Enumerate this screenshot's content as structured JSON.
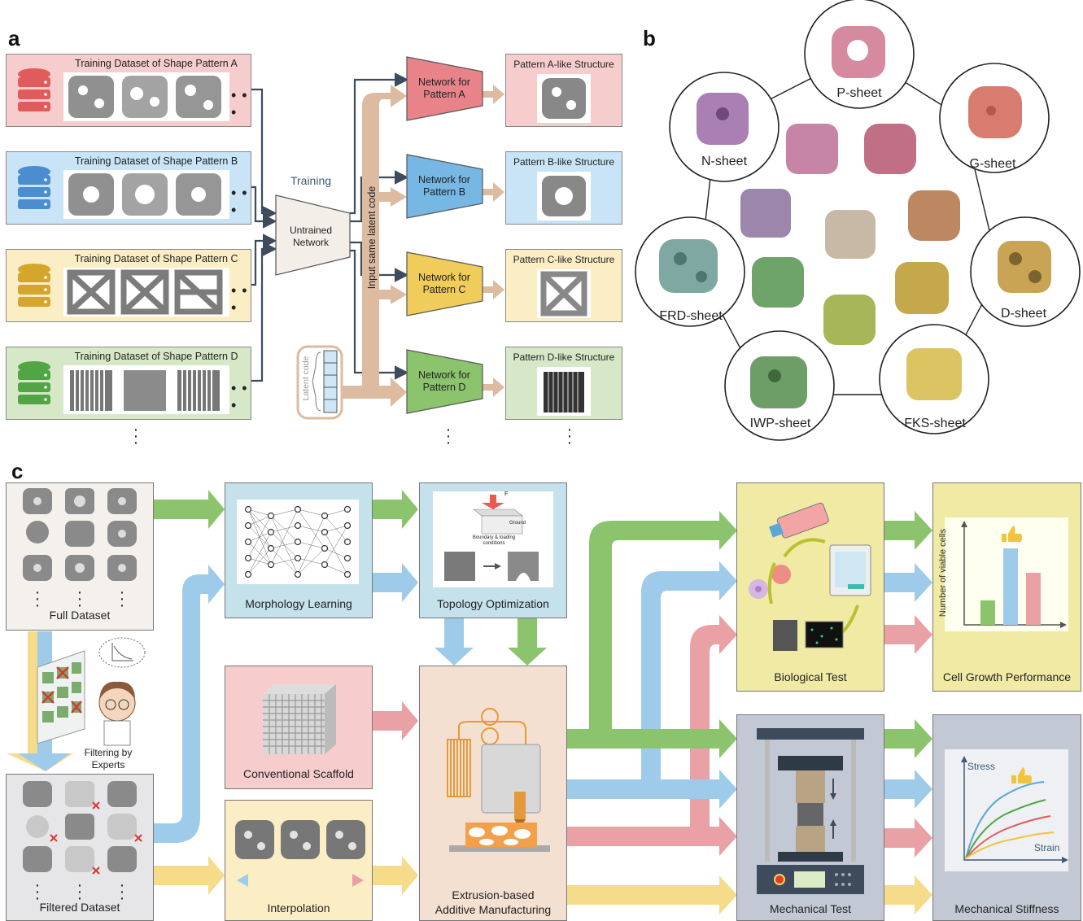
{
  "panels": {
    "a": "a",
    "b": "b",
    "c": "c"
  },
  "panel_a": {
    "rows": [
      {
        "title": "Training Dataset of Shape Pattern A",
        "color": "#f6cdcc",
        "db_color": "#e05b5b",
        "output": "Pattern A-like Structure",
        "network": [
          "Network for",
          "Pattern A"
        ],
        "net_color": "#e8838a"
      },
      {
        "title": "Training Dataset of Shape Pattern B",
        "color": "#c8e4f6",
        "db_color": "#4a8ed0",
        "output": "Pattern B-like Structure",
        "network": [
          "Network for",
          "Pattern B"
        ],
        "net_color": "#76b7e3"
      },
      {
        "title": "Training Dataset of Shape Pattern C",
        "color": "#fbedc4",
        "db_color": "#d4a72c",
        "output": "Pattern C-like Structure",
        "network": [
          "Network for",
          "Pattern C"
        ],
        "net_color": "#f0cd5a"
      },
      {
        "title": "Training Dataset of Shape Pattern D",
        "color": "#d7e8c8",
        "db_color": "#52a545",
        "output": "Pattern D-like Structure",
        "network": [
          "Network for",
          "Pattern D"
        ],
        "net_color": "#8cc46e"
      }
    ],
    "ellipsis": "• • •",
    "training_label": "Training",
    "untrained": [
      "Untrained",
      "Network"
    ],
    "latent_code_label": "Latent code",
    "input_same": "Input same latent code"
  },
  "panel_b": {
    "shapes": [
      "P-sheet",
      "G-sheet",
      "D-sheet",
      "FKS-sheet",
      "IWP-sheet",
      "FRD-sheet",
      "N-sheet"
    ]
  },
  "panel_c": {
    "full_dataset": "Full Dataset",
    "filtered_dataset": "Filtered Dataset",
    "filtering": [
      "Filtering by",
      "Experts"
    ],
    "morphology": "Morphology Learning",
    "topology": "Topology Optimization",
    "topo_boundary": [
      "Boundary & loading",
      "conditions"
    ],
    "topo_F": "F",
    "topo_ground": "Ground",
    "conventional": "Conventional Scaffold",
    "interpolation": "Interpolation",
    "extrusion": [
      "Extrusion-based",
      "Additive Manufacturing"
    ],
    "biological": "Biological Test",
    "mechanical": "Mechanical Test",
    "cell_growth": "Cell Growth Performance",
    "stiffness": "Mechanical Stiffness",
    "cell_ylabel": "Number of viable cells",
    "stress": "Stress",
    "strain": "Strain"
  },
  "colors": {
    "green": "#8cc46e",
    "blue": "#9ecbea",
    "red": "#e9a1a6",
    "yellow": "#f6dc8a",
    "tan": "#d9b596"
  }
}
